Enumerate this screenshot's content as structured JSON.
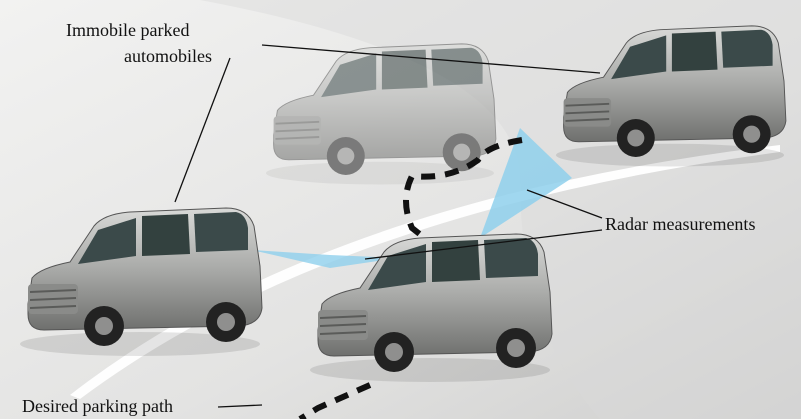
{
  "labels": {
    "immobile_line1": "Immobile parked",
    "immobile_line2": "automobiles",
    "radar": "Radar measurements",
    "path": "Desired parking path"
  },
  "colors": {
    "radar_beam": "#8fd0ec",
    "car_body": "#a9aaa8",
    "car_window": "#3b4a4a",
    "road_marking": "#ffffff",
    "path": "#111111"
  }
}
